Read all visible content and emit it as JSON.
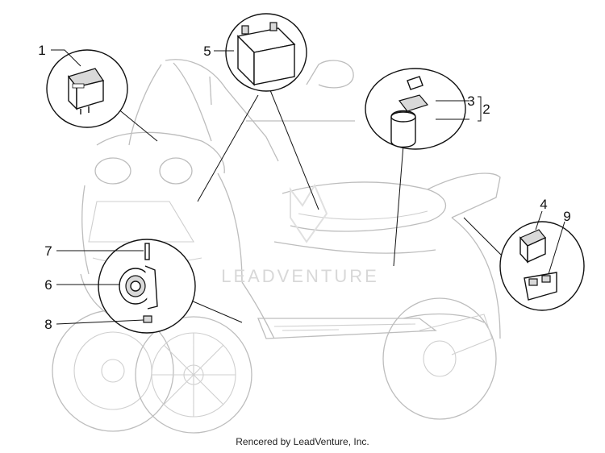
{
  "callouts": [
    {
      "id": "1",
      "label": "1"
    },
    {
      "id": "2",
      "label": "2"
    },
    {
      "id": "3",
      "label": "3"
    },
    {
      "id": "4",
      "label": "4"
    },
    {
      "id": "5",
      "label": "5"
    },
    {
      "id": "6",
      "label": "6"
    },
    {
      "id": "7",
      "label": "7"
    },
    {
      "id": "8",
      "label": "8"
    },
    {
      "id": "9",
      "label": "9"
    }
  ],
  "watermark": "LEADVENTURE",
  "footer": "Rencered by LeadVenture, Inc."
}
